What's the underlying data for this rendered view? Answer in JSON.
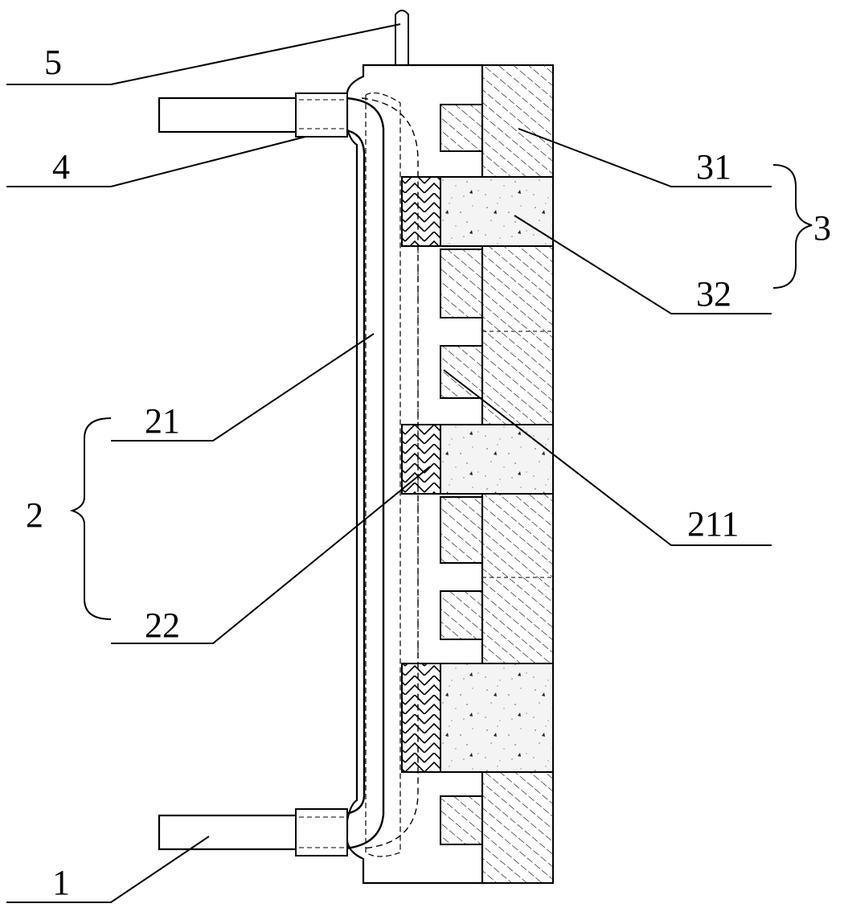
{
  "labels": {
    "l5": "5",
    "l4": "4",
    "l31": "31",
    "l3": "3",
    "l32": "32",
    "l21": "21",
    "l2": "2",
    "l211": "211",
    "l22": "22",
    "l1": "1"
  },
  "colors": {
    "ink": "#000000",
    "paper": "#ffffff",
    "stipple": "#f3f3f3"
  }
}
